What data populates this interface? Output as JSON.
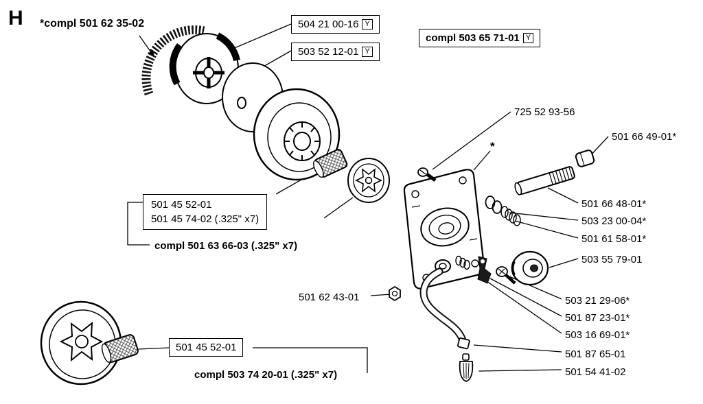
{
  "header": {
    "section": "H",
    "assembly": "*compl 501 62 35-02"
  },
  "callouts": {
    "c504210016": {
      "text": "504 21 00-16",
      "tag": "Y"
    },
    "c503521201": {
      "text": "503 52 12-01",
      "tag": "Y"
    },
    "c5036571": {
      "text": "compl 503 65 71-01",
      "tag": "Y"
    },
    "c725529356": {
      "text": "725 52 93-56"
    },
    "c501664901": {
      "text": "501 66 49-01*"
    },
    "c501664801": {
      "text": "501 66 48-01*"
    },
    "c503230004": {
      "text": "503 23 00-04*"
    },
    "c501615801": {
      "text": "501 61 58-01*"
    },
    "c503557901": {
      "text": "503 55 79-01"
    },
    "c501455201a": {
      "text": "501 45 52-01"
    },
    "c501457402": {
      "text": "501 45 74-02 (.325\" x7)"
    },
    "c5016366": {
      "text": "compl 501 63 66-03 (.325\" x7)"
    },
    "c501624301": {
      "text": "501 62 43-01"
    },
    "c503212906": {
      "text": "503 21 29-06*"
    },
    "c501872301": {
      "text": "501 87 23-01*"
    },
    "c503166901": {
      "text": "503 16 69-01*"
    },
    "c501876501": {
      "text": "501 87 65-01"
    },
    "c501544102": {
      "text": "501 54 41-02"
    },
    "c501455201b": {
      "text": "501 45 52-01"
    },
    "c5037420": {
      "text": "compl 503 74 20-01 (.325\" x7)"
    },
    "asterisk": {
      "text": "*"
    }
  }
}
